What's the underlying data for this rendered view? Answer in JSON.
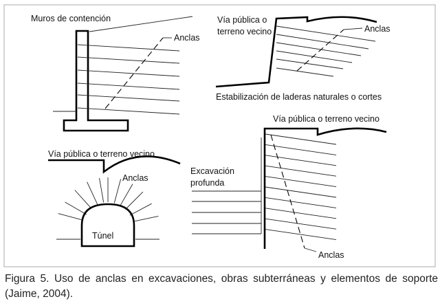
{
  "panels": {
    "retaining_wall": {
      "title": "Muros de contención",
      "anchor_label": "Anclas"
    },
    "slope": {
      "top_label_1": "Vía pública o",
      "top_label_2": "terreno vecino",
      "anchor_label": "Anclas",
      "caption": "Estabilización de laderas naturales o cortes"
    },
    "tunnel": {
      "top_label": "Vía pública o terreno vecino",
      "anchor_label": "Anclas",
      "tunnel_label": "Túnel"
    },
    "excavation": {
      "top_label": "Vía pública o terreno vecino",
      "excavation_label_1": "Excavación",
      "excavation_label_2": "profunda",
      "anchor_label": "Anclas"
    }
  },
  "caption": "Figura 5. Uso de anclas en excavaciones, obras subterráneas y elementos de soporte (Jaime, 2004)."
}
